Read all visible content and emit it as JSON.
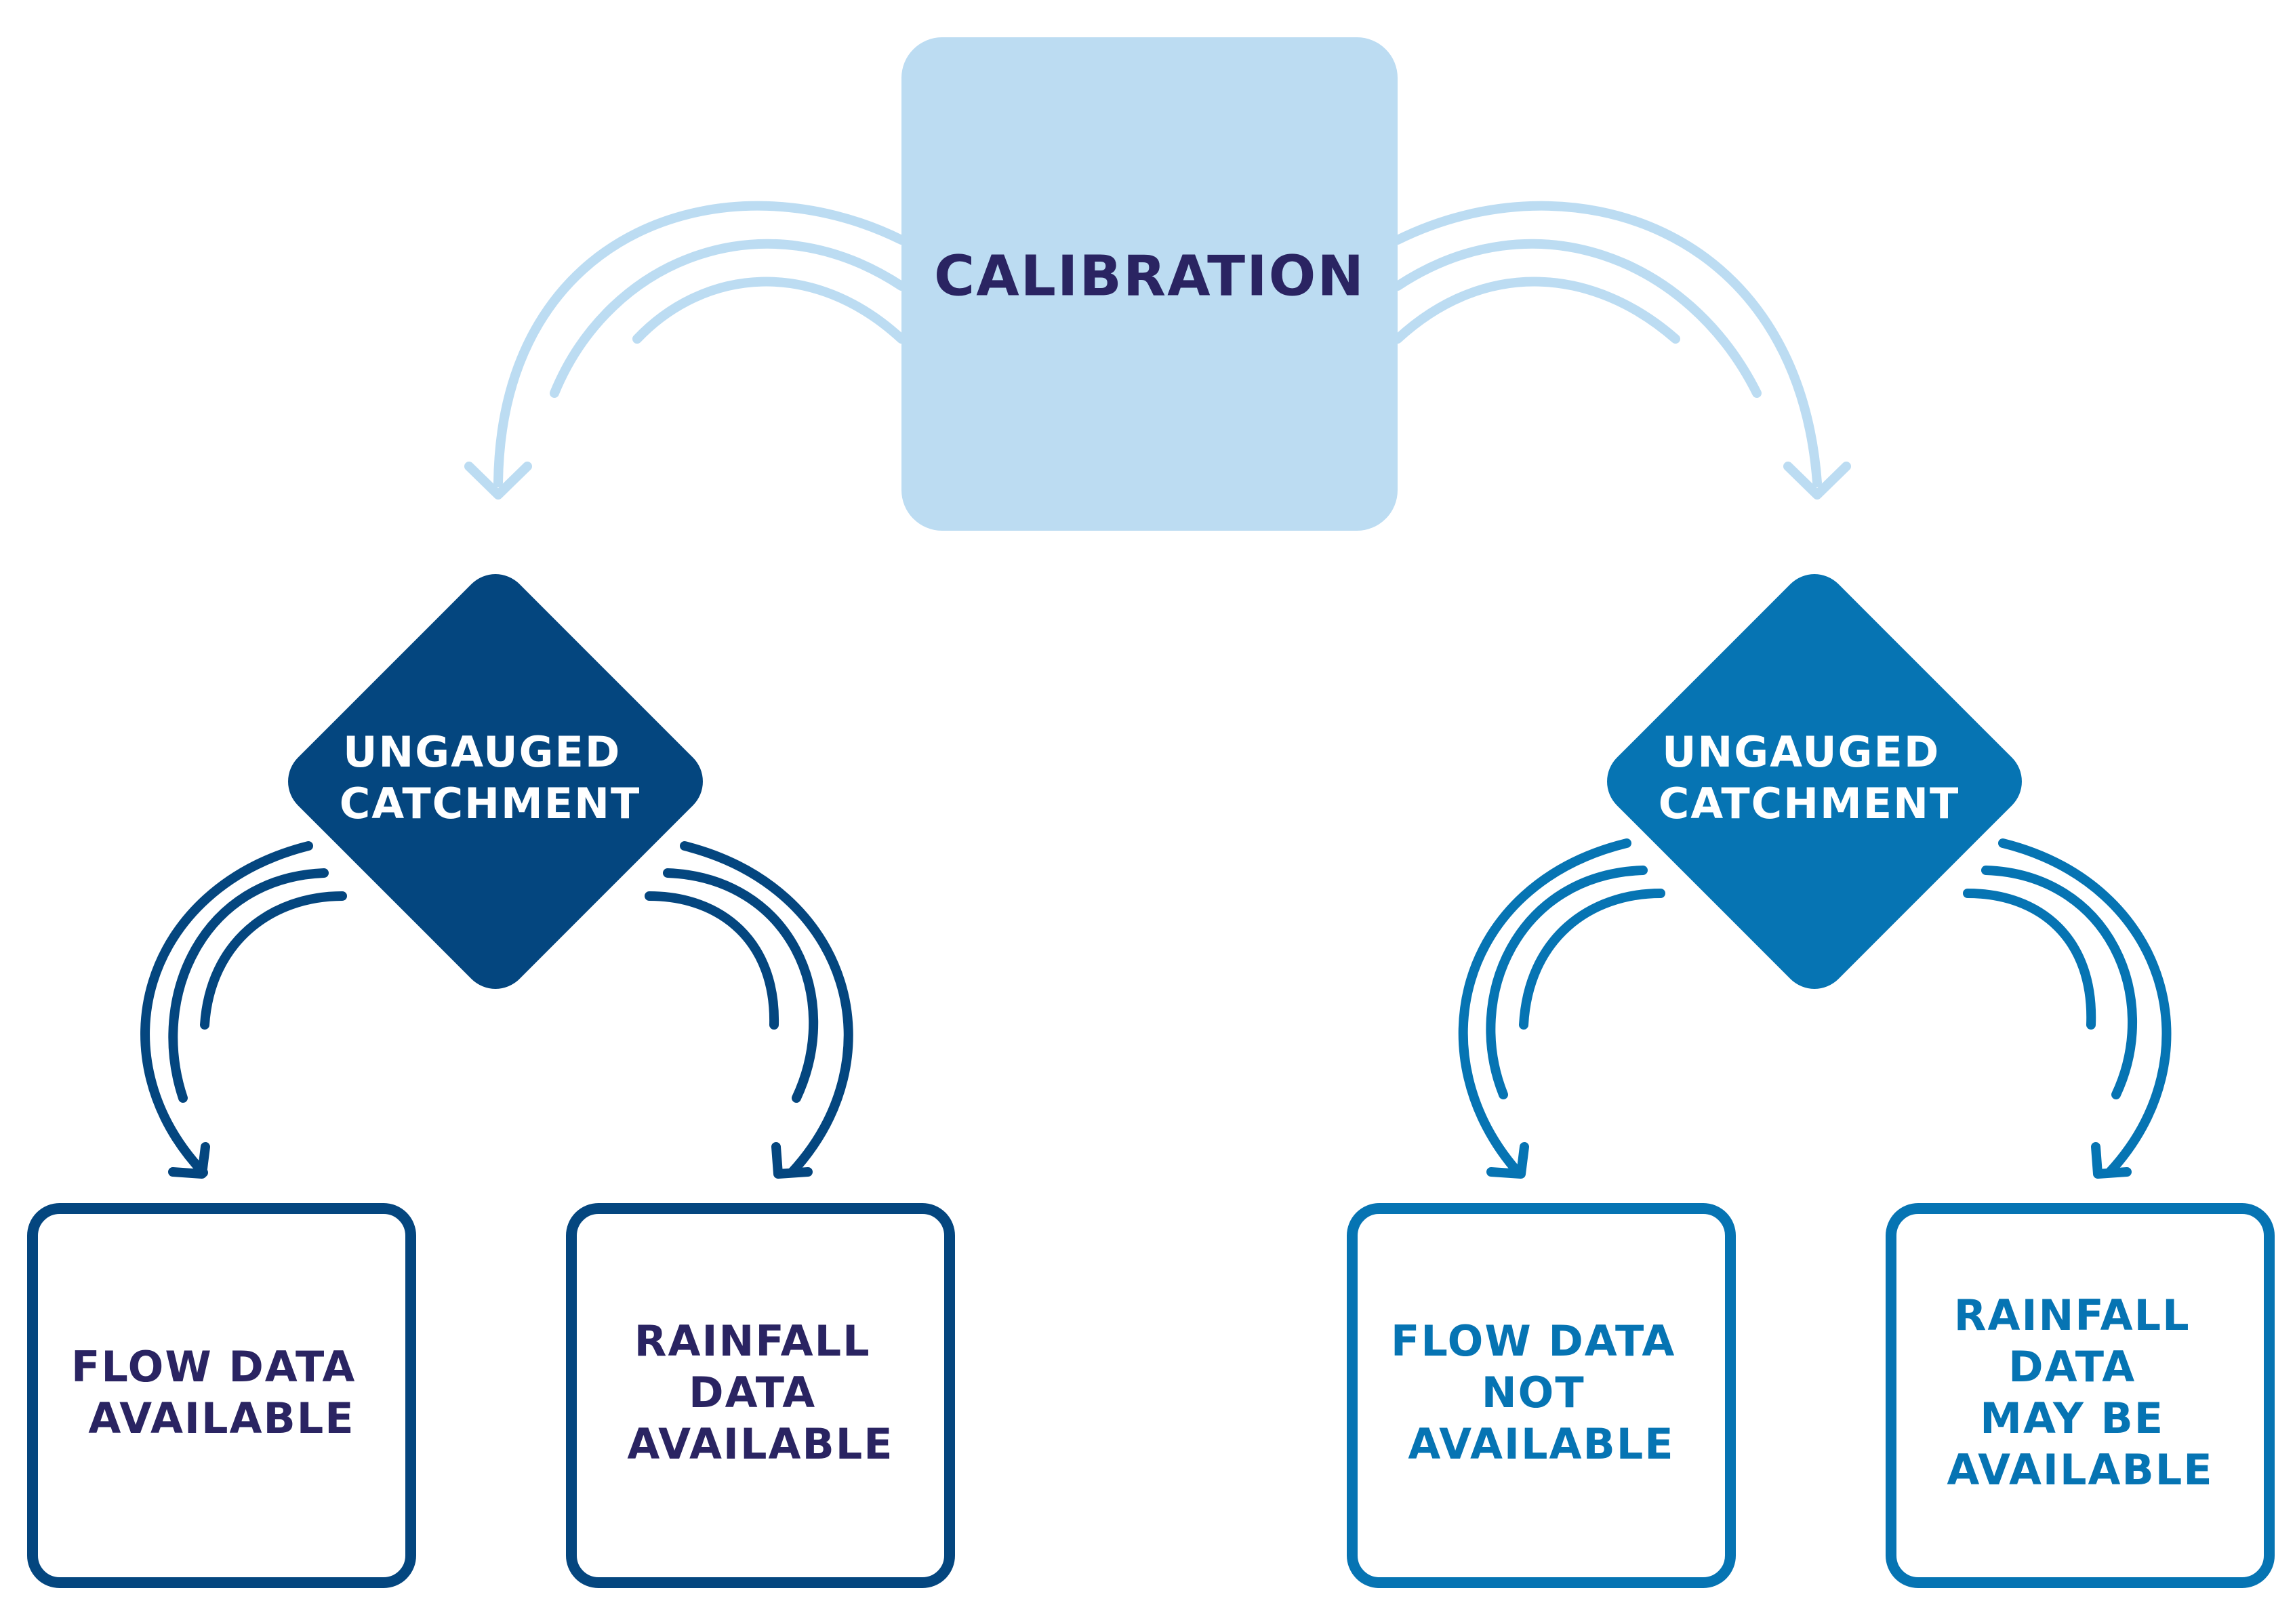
{
  "colors": {
    "light": "#bcdcf2",
    "dark": "#04467f",
    "medium": "#0674b3",
    "label_dark": "#2a2462",
    "white": "#ffffff"
  },
  "top_node": {
    "label": "CALIBRATION",
    "icon": "rounded-square"
  },
  "left_branch": {
    "diamond": {
      "lines": [
        "UNGAUGED",
        "CATCHMENT"
      ]
    },
    "boxes": [
      {
        "lines": [
          "FLOW DATA",
          "AVAILABLE"
        ]
      },
      {
        "lines": [
          "RAINFALL",
          "DATA",
          "AVAILABLE"
        ]
      }
    ]
  },
  "right_branch": {
    "diamond": {
      "lines": [
        "UNGAUGED",
        "CATCHMENT"
      ]
    },
    "boxes": [
      {
        "lines": [
          "FLOW DATA",
          "NOT",
          "AVAILABLE"
        ]
      },
      {
        "lines": [
          "RAINFALL",
          "DATA",
          "MAY BE",
          "AVAILABLE"
        ]
      }
    ]
  }
}
